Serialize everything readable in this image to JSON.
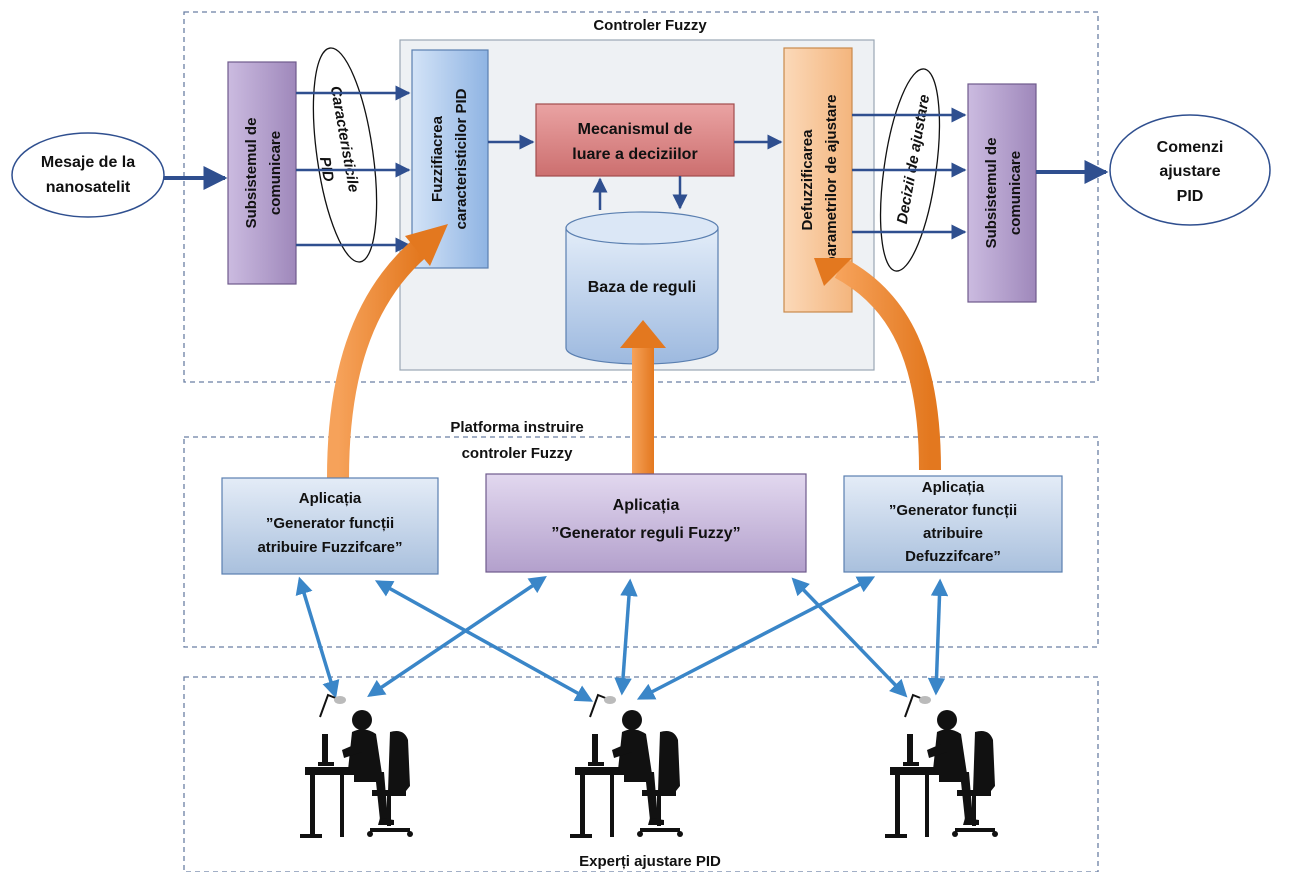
{
  "groups": {
    "controller": "Controler Fuzzy",
    "platform_line1": "Platforma instruire",
    "platform_line2": "controler Fuzzy",
    "experts": "Experți ajustare PID"
  },
  "input": {
    "line1": "Mesaje de la",
    "line2": "nanosatelit"
  },
  "output": {
    "line1": "Comenzi",
    "line2": "ajustare",
    "line3": "PID"
  },
  "subsystem_in": {
    "line1": "Subsistemul de",
    "line2": "comunicare"
  },
  "subsystem_out": {
    "line1": "Subsistemul de",
    "line2": "comunicare"
  },
  "characteristics": {
    "line1": "Caracteristicile",
    "line2": "PID"
  },
  "decisions": {
    "label": "Decizii de ajustare"
  },
  "fuzzification": {
    "line1": "Fuzzifiacrea",
    "line2": "caracteristicilor PID"
  },
  "mechanism": {
    "line1": "Mecanismul de",
    "line2": "luare a deciziilor"
  },
  "rule_base": {
    "label": "Baza de reguli"
  },
  "defuzzification": {
    "line1": "Defuzzificarea",
    "line2": "parametrilor de ajustare"
  },
  "apps": [
    {
      "line1": "Aplicația",
      "line2": "”Generator funcții",
      "line3": "atribuire Fuzzifcare”"
    },
    {
      "line1": "Aplicația",
      "line2": "”Generator reguli  Fuzzy”"
    },
    {
      "line1": "Aplicația",
      "line2": "”Generator funcții",
      "line3": "atribuire",
      "line4": "Defuzzifcare”"
    }
  ],
  "colors": {
    "flow_arrow": "#2f4f8f",
    "orange_arrow": "#f08a2c",
    "blue_arrow": "#3a86c8",
    "purple_box": "#a58fbf",
    "blue_box": "#a9c6ea",
    "red_box": "#d27a7a",
    "peach_box": "#f7c79a"
  }
}
